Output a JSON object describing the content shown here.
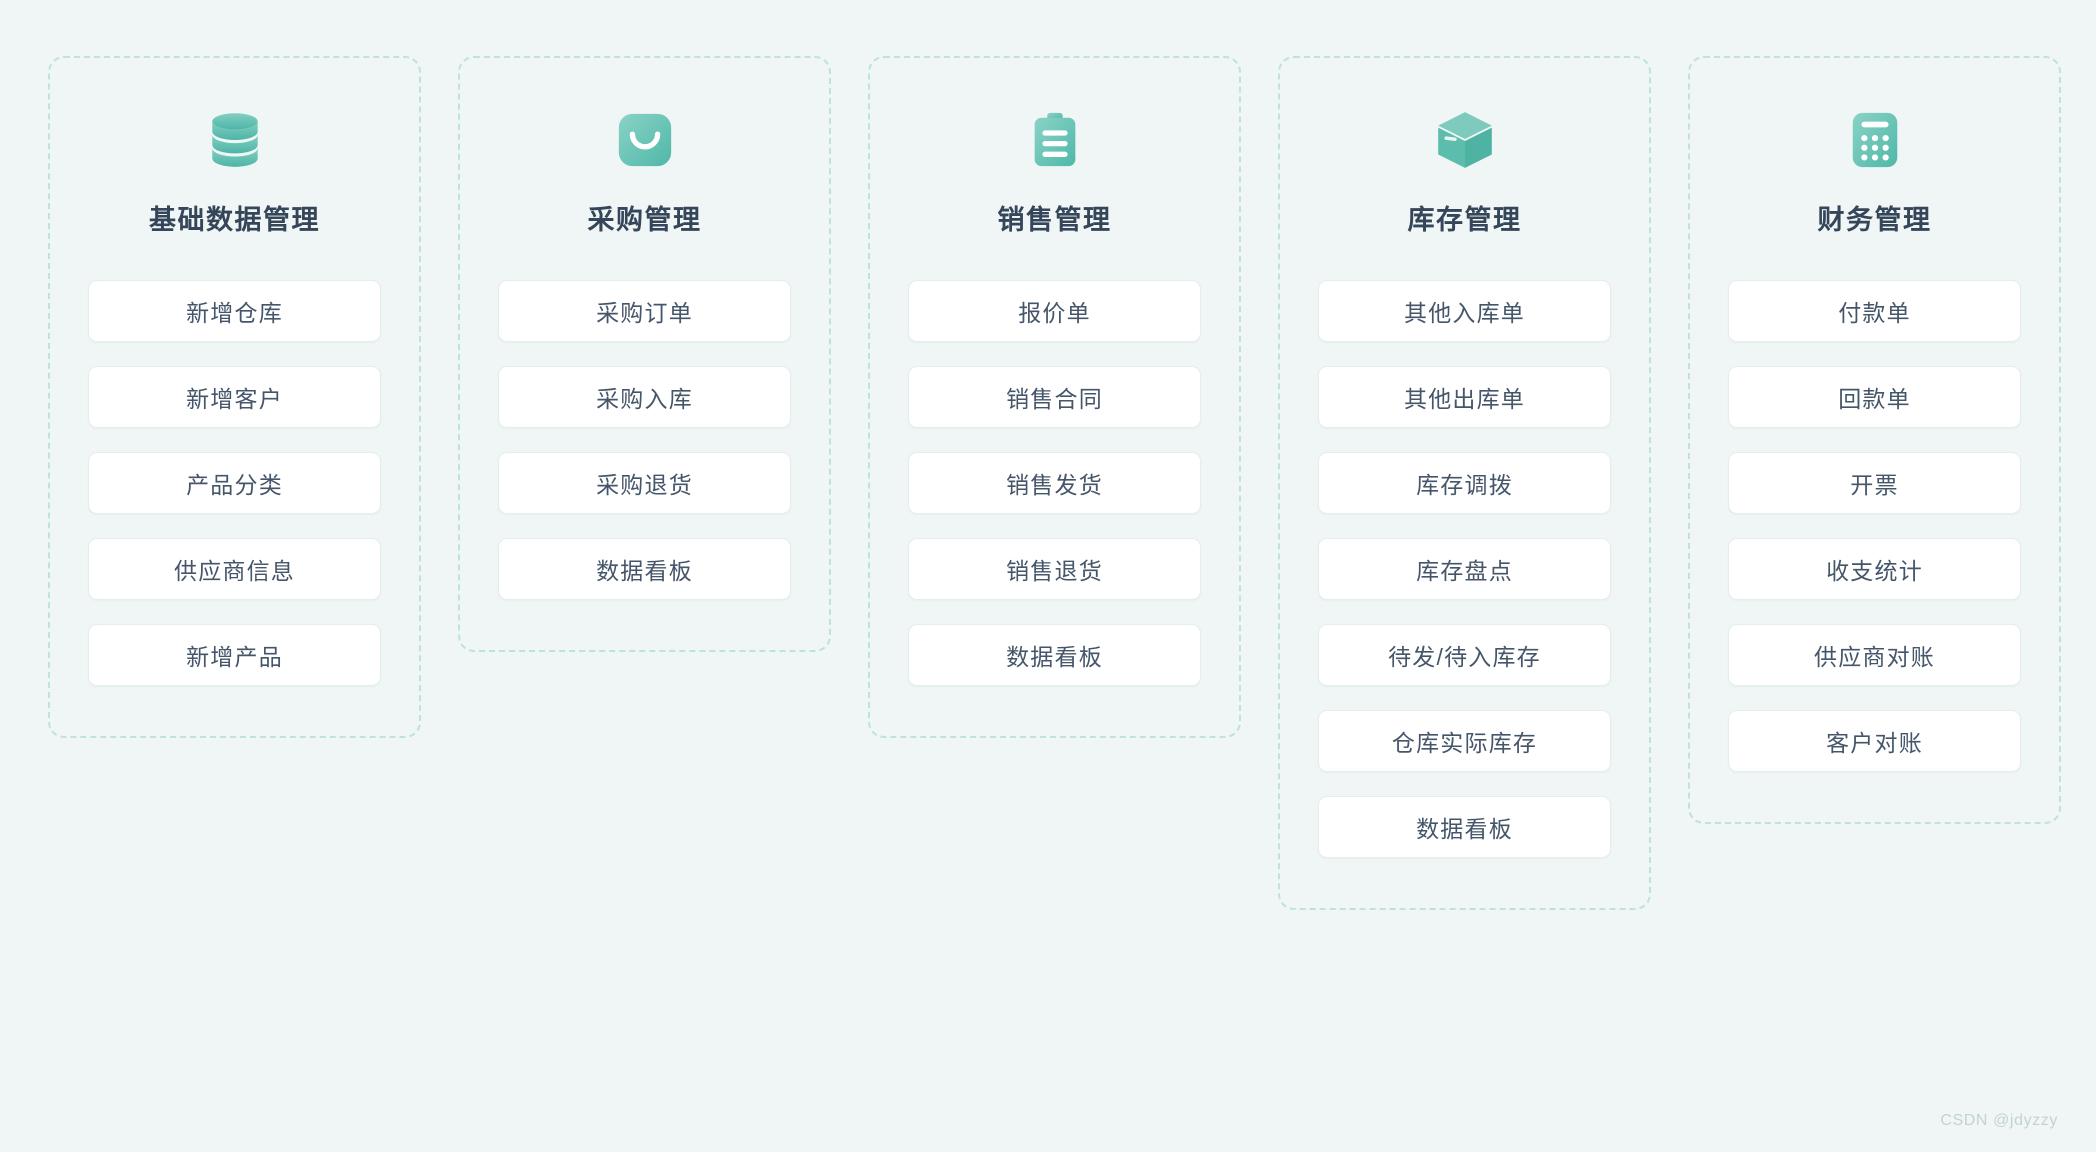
{
  "page": {
    "background_color": "#f0f6f5",
    "accent_color": "#6ec3b5",
    "card_border_color": "#bfe2dc",
    "title_color": "#36465a",
    "item_text_color": "#46566a",
    "watermark": "CSDN @jdyzzy"
  },
  "modules": [
    {
      "icon": "database-icon",
      "title": "基础数据管理",
      "items": [
        {
          "label": "新增仓库"
        },
        {
          "label": "新增客户"
        },
        {
          "label": "产品分类"
        },
        {
          "label": "供应商信息"
        },
        {
          "label": "新增产品"
        }
      ]
    },
    {
      "icon": "shopping-bag-icon",
      "title": "采购管理",
      "items": [
        {
          "label": "采购订单"
        },
        {
          "label": "采购入库"
        },
        {
          "label": "采购退货"
        },
        {
          "label": "数据看板"
        }
      ]
    },
    {
      "icon": "clipboard-icon",
      "title": "销售管理",
      "items": [
        {
          "label": "报价单"
        },
        {
          "label": "销售合同"
        },
        {
          "label": "销售发货"
        },
        {
          "label": "销售退货"
        },
        {
          "label": "数据看板"
        }
      ]
    },
    {
      "icon": "cube-box-icon",
      "title": "库存管理",
      "items": [
        {
          "label": "其他入库单"
        },
        {
          "label": "其他出库单"
        },
        {
          "label": "库存调拨"
        },
        {
          "label": "库存盘点"
        },
        {
          "label": "待发/待入库存"
        },
        {
          "label": "仓库实际库存"
        },
        {
          "label": "数据看板"
        }
      ]
    },
    {
      "icon": "calculator-icon",
      "title": "财务管理",
      "items": [
        {
          "label": "付款单"
        },
        {
          "label": "回款单"
        },
        {
          "label": "开票"
        },
        {
          "label": "收支统计"
        },
        {
          "label": "供应商对账"
        },
        {
          "label": "客户对账"
        }
      ]
    }
  ]
}
